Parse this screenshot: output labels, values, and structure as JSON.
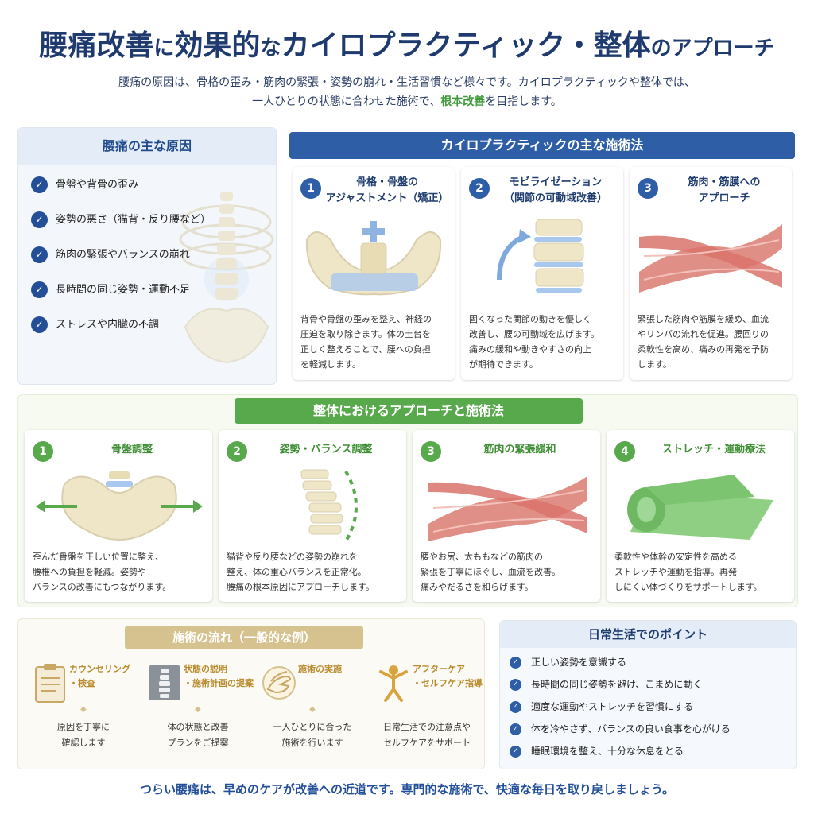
{
  "title": {
    "part1": "腰痛改善",
    "part2": "に",
    "part3": "効果的",
    "part4": "な",
    "part5": "カイロプラクティック・整体",
    "part6": "のアプローチ"
  },
  "intro": {
    "line1": "腰痛の原因は、骨格の歪み・筋肉の緊張・姿勢の崩れ・生活習慣など様々です。カイロプラクティックや整体では、",
    "line2_before": "一人ひとりの状態に合わせた施術で、",
    "line2_highlight": "根本改善",
    "line2_after": "を目指します。"
  },
  "causes": {
    "heading": "腰痛の主な原因",
    "check_symbol": "✓",
    "items": [
      "骨盤や背骨の歪み",
      "姿勢の悪さ（猫背・反り腰など）",
      "筋肉の緊張やバランスの崩れ",
      "長時間の同じ姿勢・運動不足",
      "ストレスや内臓の不調"
    ]
  },
  "chiro": {
    "heading": "カイロプラクティックの主な施術法",
    "cards": [
      {
        "num": "1",
        "title1": "骨格・骨盤の",
        "title2": "アジャストメント（矯正）",
        "body": [
          "背骨や骨盤の歪みを整え、神経の",
          "圧迫を取り除きます。体の土台を",
          "正しく整えることで、腰への負担",
          "を軽減します。"
        ]
      },
      {
        "num": "2",
        "title1": "モビライゼーション",
        "title2": "（関節の可動域改善）",
        "body": [
          "固くなった関節の動きを優しく",
          "改善し、腰の可動域を広げます。",
          "痛みの緩和や動きやすさの向上",
          "が期待できます。"
        ]
      },
      {
        "num": "3",
        "title1": "筋肉・筋膜への",
        "title2": "アプローチ",
        "body": [
          "緊張した筋肉や筋膜を緩め、血流",
          "やリンパの流れを促進。腰回りの",
          "柔軟性を高め、痛みの再発を予防",
          "します。"
        ]
      }
    ]
  },
  "seitai": {
    "heading": "整体におけるアプローチと施術法",
    "cards": [
      {
        "num": "1",
        "title": "骨盤調整",
        "body": [
          "歪んだ骨盤を正しい位置に整え、",
          "腰椎への負担を軽減。姿勢や",
          "バランスの改善にもつながります。"
        ]
      },
      {
        "num": "2",
        "title": "姿勢・バランス調整",
        "body": [
          "猫背や反り腰などの姿勢の崩れを",
          "整え、体の重心バランスを正常化。",
          "腰痛の根本原因にアプローチします。"
        ]
      },
      {
        "num": "3",
        "title": "筋肉の緊張緩和",
        "body": [
          "腰やお尻、太ももなどの筋肉の",
          "緊張を丁寧にほぐし、血流を改善。",
          "痛みやだるさを和らげます。"
        ]
      },
      {
        "num": "4",
        "title": "ストレッチ・運動療法",
        "body": [
          "柔軟性や体幹の安定性を高める",
          "ストレッチや運動を指導。再発",
          "しにくい体づくりをサポートします。"
        ]
      }
    ]
  },
  "flow": {
    "heading": "施術の流れ（一般的な例）",
    "steps": [
      {
        "label1": "カウンセリング",
        "label2": "・検査",
        "desc1": "原因を丁寧に",
        "desc2": "確認します"
      },
      {
        "label1": "状態の説明",
        "label2": "・施術計画の提案",
        "desc1": "体の状態と改善",
        "desc2": "プランをご提案"
      },
      {
        "label1": "施術の実施",
        "label2": "",
        "desc1": "一人ひとりに合った",
        "desc2": "施術を行います"
      },
      {
        "label1": "アフターケア",
        "label2": "・セルフケア指導",
        "desc1": "日常生活での注意点や",
        "desc2": "セルフケアをサポート"
      }
    ]
  },
  "points": {
    "heading": "日常生活でのポイント",
    "check_symbol": "✓",
    "items": [
      "正しい姿勢を意識する",
      "長時間の同じ姿勢を避け、こまめに動く",
      "適度な運動やストレッチを習慣にする",
      "体を冷やさず、バランスの良い食事を心がける",
      "睡眠環境を整え、十分な休息をとる"
    ]
  },
  "footer": "つらい腰痛は、早めのケアが改善への近道です。専門的な施術で、快適な毎日を取り戻しましょう。",
  "colors": {
    "navy": "#1e3a6e",
    "blue": "#2d5ea6",
    "green": "#58a84c",
    "gold": "#d6c28e",
    "muscle": "#d9736b"
  }
}
